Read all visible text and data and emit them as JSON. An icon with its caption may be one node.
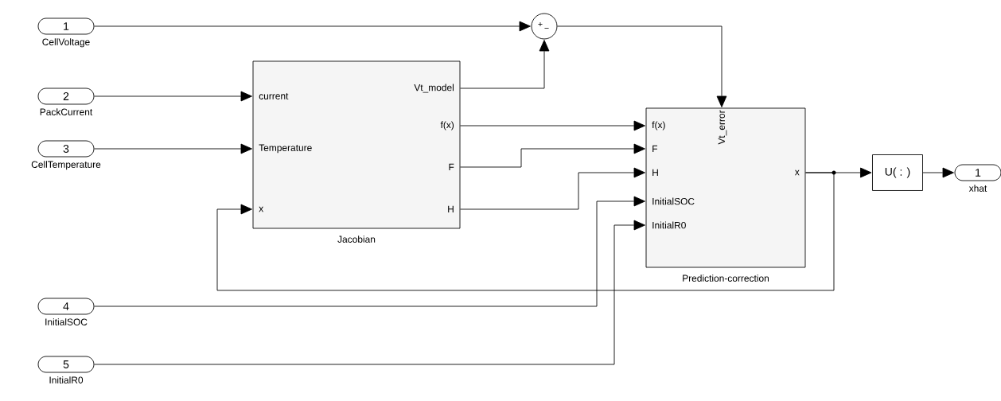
{
  "diagram": {
    "nodes": [
      {
        "text": [
          "1"
        ],
        "beside": [
          "CellVoltage"
        ]
      },
      {
        "text": [
          "2"
        ],
        "beside": [
          "PackCurrent"
        ]
      },
      {
        "text": [
          "3"
        ],
        "beside": [
          "CellTemperature"
        ]
      },
      {
        "text": [
          "current",
          "Temperature",
          "x",
          "Vt_model",
          "f(x)",
          "F",
          "H"
        ],
        "beside": [
          "Jacobian"
        ]
      },
      {
        "text": [
          "+",
          "−"
        ]
      },
      {
        "text": [
          "f(x)",
          "F",
          "H",
          "InitialSOC",
          "InitialR0",
          "Vt_error",
          "x"
        ],
        "beside": [
          "Prediction-correction"
        ]
      },
      {
        "text": [
          "U( : )"
        ]
      },
      {
        "text": [
          "1"
        ],
        "beside": [
          "xhat"
        ]
      },
      {
        "text": [
          "4"
        ],
        "beside": [
          "InitialSOC"
        ]
      },
      {
        "text": [
          "5"
        ],
        "beside": [
          "InitialR0"
        ]
      }
    ],
    "edges": [
      {
        "from": 0,
        "to": 4,
        "arrow": "to"
      },
      {
        "from": 3,
        "to": 4,
        "arrow": "to"
      },
      {
        "from": 1,
        "to": 3,
        "arrow": "to"
      },
      {
        "from": 2,
        "to": 3,
        "arrow": "to"
      },
      {
        "from": 4,
        "to": 5,
        "arrow": "to"
      },
      {
        "from": 3,
        "to": 5,
        "arrow": "to"
      },
      {
        "from": 3,
        "to": 5,
        "arrow": "to"
      },
      {
        "from": 3,
        "to": 5,
        "arrow": "to"
      },
      {
        "from": 8,
        "to": 5,
        "arrow": "to"
      },
      {
        "from": 9,
        "to": 5,
        "arrow": "to"
      },
      {
        "from": 5,
        "to": 6,
        "arrow": "to"
      },
      {
        "from": 6,
        "to": 7,
        "arrow": "to"
      },
      {
        "from": 5,
        "to": 3,
        "arrow": "to"
      }
    ]
  }
}
